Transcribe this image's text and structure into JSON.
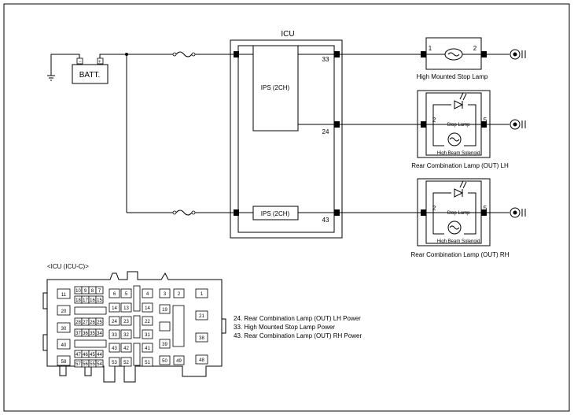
{
  "battery": {
    "label": "BATT."
  },
  "icu": {
    "title": "ICU",
    "ips_upper": "IPS (2CH)",
    "ips_lower": "IPS (2CH)",
    "pin_33": "33",
    "pin_24": "24",
    "pin_43": "43"
  },
  "loads": {
    "high_mount": {
      "name": "High Mounted Stop Lamp",
      "pin_left": "1",
      "pin_right": "2"
    },
    "rcl_lh": {
      "name": "Rear Combination Lamp (OUT) LH",
      "stop_label": "Stop Lamp",
      "solenoid_label": "High Beam Solenoid",
      "pin_left": "2",
      "pin_right": "5"
    },
    "rcl_rh": {
      "name": "Rear Combination Lamp (OUT) RH",
      "stop_label": "Stop Lamp",
      "solenoid_label": "High Beam Solenoid",
      "pin_left": "2",
      "pin_right": "5"
    }
  },
  "connector": {
    "title": "<ICU (ICU-C)>",
    "pins": {
      "p1": "1",
      "p2": "2",
      "p3": "3",
      "p4": "4",
      "p5": "5",
      "p6": "6",
      "p7": "7",
      "p8": "8",
      "p9": "9",
      "p10": "10",
      "p11": "11",
      "p13": "13",
      "p14": "14",
      "p15": "15",
      "p16": "16",
      "p17": "17",
      "p18": "18",
      "p19": "19",
      "p20": "20",
      "p21": "21",
      "p22": "22",
      "p23": "23",
      "p24": "24",
      "p25": "25",
      "p26": "26",
      "p27": "27",
      "p28": "28",
      "p30": "30",
      "p31": "31",
      "p32": "32",
      "p33": "33",
      "p34": "34",
      "p35": "35",
      "p36": "36",
      "p37": "37",
      "p38": "38",
      "p39": "39",
      "p40": "40",
      "p41": "41",
      "p42": "42",
      "p43": "43",
      "p44": "44",
      "p45": "45",
      "p46": "46",
      "p47": "47",
      "p48": "48",
      "p49": "49",
      "p50": "50",
      "p51": "51",
      "p52": "52",
      "p53": "53",
      "p54": "54",
      "p55": "55",
      "p56": "56",
      "p57": "57",
      "p58": "58"
    }
  },
  "legend": [
    "24. Rear Combination Lamp (OUT) LH Power",
    "33. High Mounted Stop Lamp Power",
    "43. Rear Combination Lamp (OUT) RH Power"
  ]
}
